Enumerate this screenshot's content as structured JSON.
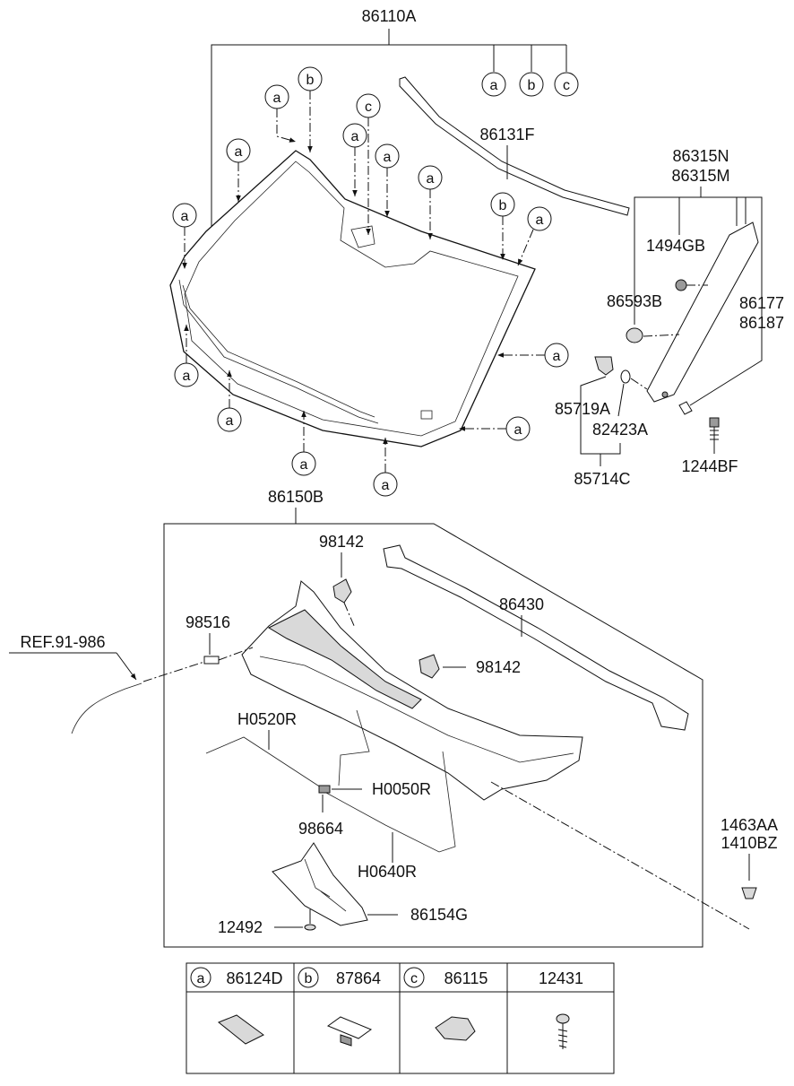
{
  "callout_letters": {
    "a": "a",
    "b": "b",
    "c": "c"
  },
  "windshield": {
    "assembly": "86110A",
    "molding_top": "86131F",
    "pillar_trim_1": "86315N",
    "pillar_trim_2": "86315M",
    "clip_1494": "1494GB",
    "clip_86593": "86593B",
    "pillar_part_1": "86177",
    "pillar_part_2": "86187",
    "fastener_85719": "85719A",
    "fastener_82423": "82423A",
    "fastener_set": "85714C",
    "bolt_1244": "1244BF"
  },
  "cowl": {
    "assembly": "86150B",
    "nozzle_upper": "98142",
    "nozzle_lower": "98142",
    "seal": "86430",
    "connector": "98516",
    "ref": "REF.91-986",
    "hose_1": "H0520R",
    "hose_joint": "H0050R",
    "hose_2": "H0640R",
    "check_valve": "98664",
    "cover": "86154G",
    "screw": "12492",
    "clip_1": "1463AA",
    "clip_2": "1410BZ"
  },
  "legend": [
    {
      "letter": "a",
      "part": "86124D"
    },
    {
      "letter": "b",
      "part": "87864"
    },
    {
      "letter": "c",
      "part": "86115"
    },
    {
      "letter": "",
      "part": "12431"
    }
  ]
}
